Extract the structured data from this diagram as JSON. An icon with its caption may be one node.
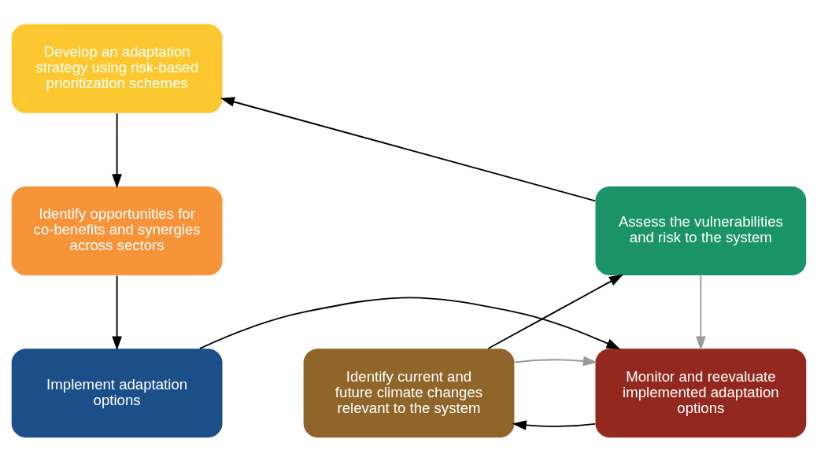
{
  "diagram": {
    "nodes": [
      {
        "text": [
          "Develop an adaptation strategy using risk-based prioritization schemes"
        ]
      },
      {
        "text": [
          "Assess the vulnerabilities and risk to the system"
        ]
      },
      {
        "text": [
          "Identify opportunities for co-benefits and synergies across sectors"
        ]
      },
      {
        "text": [
          "Identify current and future climate changes relevant to the system"
        ]
      },
      {
        "text": [
          "Monitor and reevaluate implemented adaptation options"
        ]
      },
      {
        "text": [
          "Implement adaptation options"
        ]
      }
    ],
    "edges": [
      {
        "from": 1,
        "to": 0,
        "arrow": "to"
      },
      {
        "from": 0,
        "to": 2,
        "arrow": "to"
      },
      {
        "from": 2,
        "to": 5,
        "arrow": "to"
      },
      {
        "from": 5,
        "to": 4,
        "arrow": "to"
      },
      {
        "from": 4,
        "to": 3,
        "arrow": "to"
      },
      {
        "from": 3,
        "to": 1,
        "arrow": "to"
      },
      {
        "from": 1,
        "to": 4,
        "arrow": "to",
        "color": "#9a9a9a"
      },
      {
        "from": 3,
        "to": 4,
        "arrow": "to",
        "color": "#9a9a9a"
      }
    ]
  }
}
